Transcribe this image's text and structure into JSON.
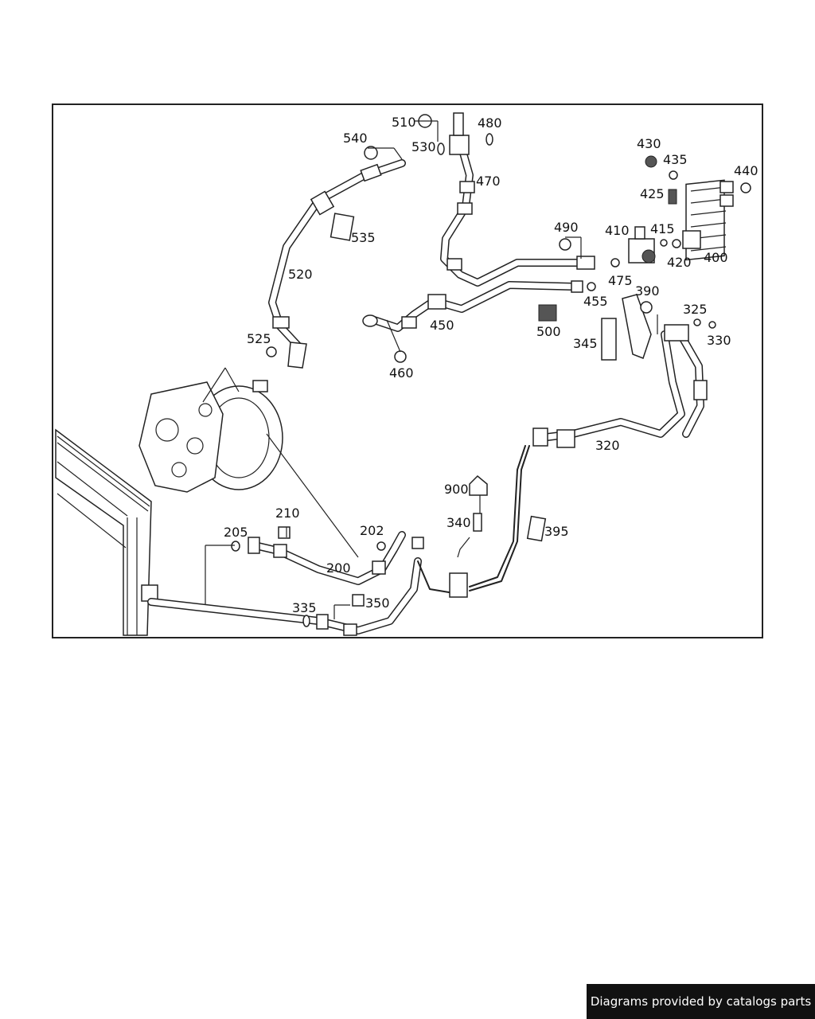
{
  "diagram": {
    "labels": {
      "l200": "200",
      "l202": "202",
      "l205": "205",
      "l210": "210",
      "l320": "320",
      "l325": "325",
      "l330": "330",
      "l335": "335",
      "l340": "340",
      "l345": "345",
      "l350": "350",
      "l390": "390",
      "l395": "395",
      "l400": "400",
      "l410": "410",
      "l415": "415",
      "l420": "420",
      "l425": "425",
      "l430": "430",
      "l435": "435",
      "l440": "440",
      "l450": "450",
      "l455": "455",
      "l460": "460",
      "l470": "470",
      "l475": "475",
      "l480": "480",
      "l490": "490",
      "l500": "500",
      "l510": "510",
      "l520": "520",
      "l525": "525",
      "l530": "530",
      "l535": "535",
      "l540": "540",
      "l900": "900"
    }
  },
  "footer": {
    "credit": "Diagrams provided by catalogs parts"
  }
}
